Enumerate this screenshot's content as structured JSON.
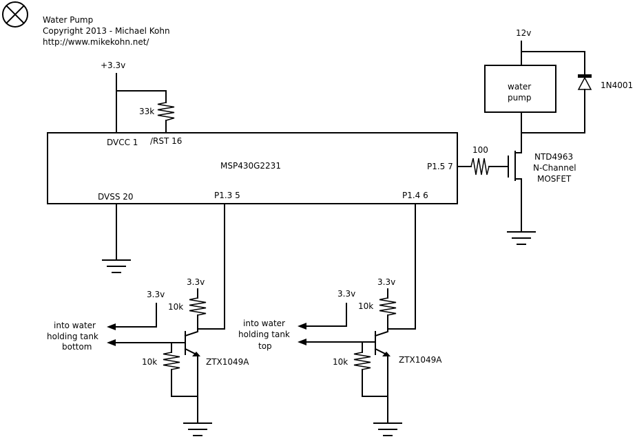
{
  "header": {
    "title": "Water Pump",
    "copyright": "Copyright 2013 - Michael Kohn",
    "url": "http://www.mikekohn.net/"
  },
  "mcu": {
    "name": "MSP430G2231",
    "pins": {
      "dvcc": "DVCC 1",
      "rst": "/RST 16",
      "dvss": "DVSS 20",
      "p13": "P1.3 5",
      "p14": "P1.4 6",
      "p15": "P1.5 7"
    }
  },
  "supply": {
    "mcu_vcc": "+3.3v",
    "pump_vcc": "12v"
  },
  "components": {
    "r_reset": "33k",
    "r_gate": "100",
    "pump": {
      "line1": "water",
      "line2": "pump"
    },
    "diode": "1N4001",
    "mosfet": {
      "line1": "NTD4963",
      "line2": "N-Channel",
      "line3": "MOSFET"
    }
  },
  "sensor_bottom": {
    "vcc": "3.3v",
    "vcc_probe": "3.3v",
    "r_collector": "10k",
    "r_base": "10k",
    "transistor": "ZTX1049A",
    "label_lines": [
      "into water",
      "holding tank",
      "bottom"
    ]
  },
  "sensor_top": {
    "vcc": "3.3v",
    "vcc_probe": "3.3v",
    "r_collector": "10k",
    "r_base": "10k",
    "transistor": "ZTX1049A",
    "label_lines": [
      "into water",
      "holding tank",
      "top"
    ]
  }
}
